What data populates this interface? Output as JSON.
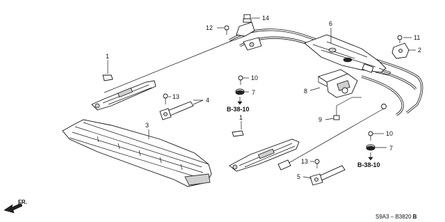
{
  "callouts": {
    "c1_top": "1",
    "c1_mid": "1",
    "c2": "2",
    "c3": "3",
    "c4": "4",
    "c5": "5",
    "c6": "6",
    "c7_top": "7",
    "c7_bot": "7",
    "c8": "8",
    "c9": "9",
    "c10_top": "10",
    "c10_bot": "10",
    "c11": "11",
    "c12": "12",
    "c13_top": "13",
    "c13_bot": "13",
    "c14": "14"
  },
  "references": {
    "ref_left": "B-38-10",
    "ref_right": "B-38-10"
  },
  "direction_label": "FR.",
  "diagram_code": "S9A3 – B3820",
  "diagram_code_suffix": "B"
}
